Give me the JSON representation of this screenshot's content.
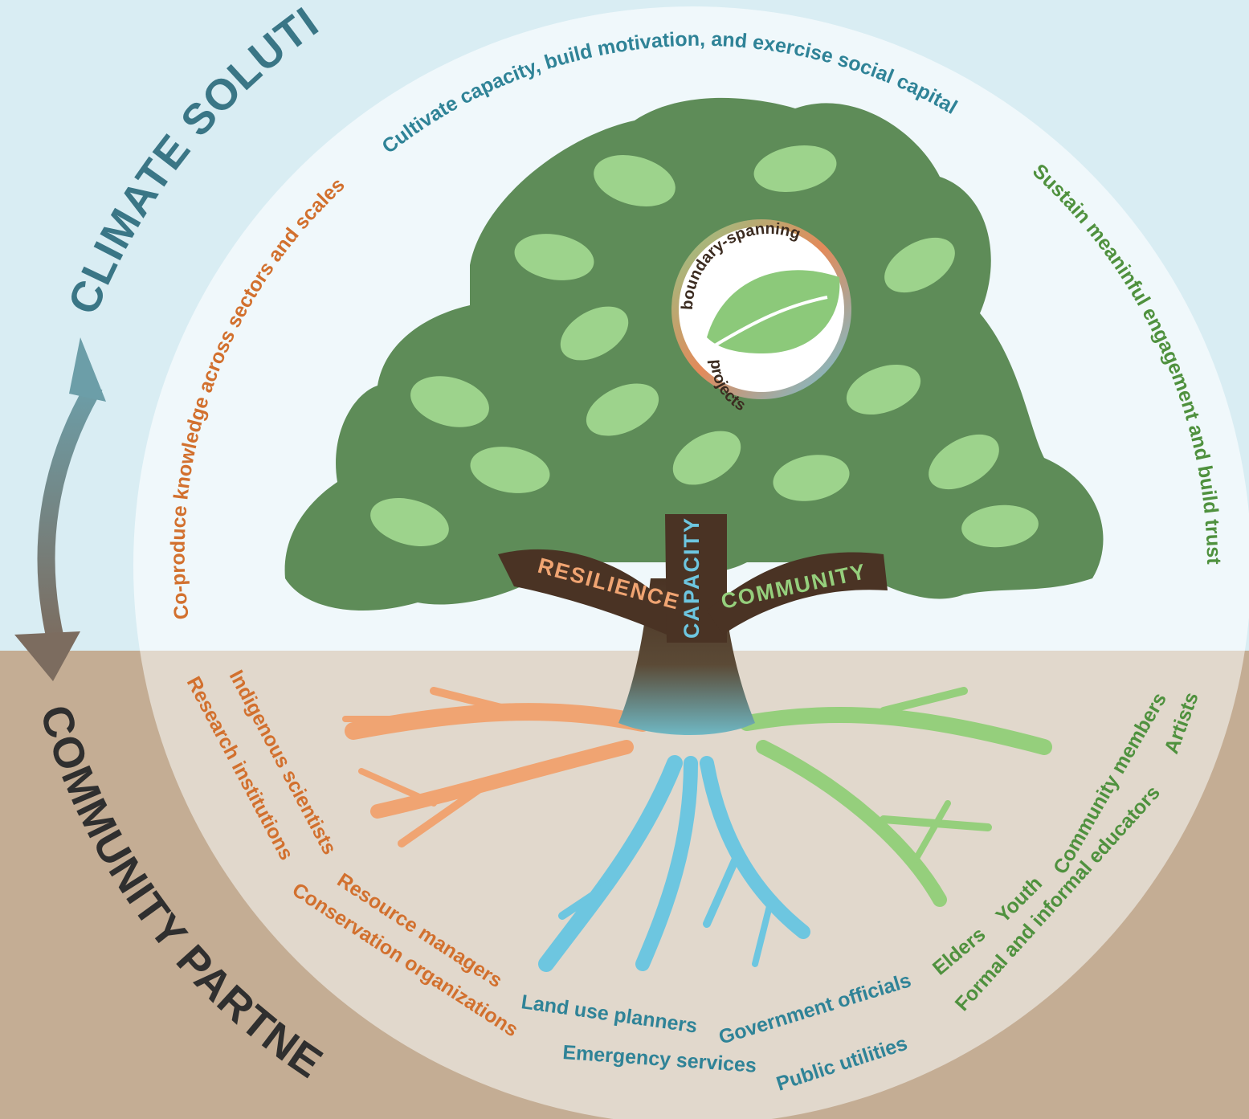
{
  "colors": {
    "sky": "#d9edf3",
    "soil": "#c4ad94",
    "circle_top": "#f0f8fb",
    "circle_bottom": "#e1d8cc",
    "canopy": "#5e8c58",
    "leaf": "#9dd38c",
    "trunk": "#4a3324",
    "orange": "#d2702e",
    "teal": "#2f8397",
    "green": "#4f913e",
    "climate": "#3a7686",
    "partners": "#2f2f2f",
    "root_orange": "#f0a472",
    "root_blue": "#6dc6e0",
    "root_green": "#95cf7c"
  },
  "side": {
    "climate_solutions": "CLIMATE SOLUTIONS",
    "community_partners": "COMMUNITY PARTNERS",
    "arrow_icon": "double-headed-arrow"
  },
  "arc_text": {
    "co_produce": "Co-produce knowledge across sectors and scales",
    "cultivate": "Cultivate capacity, build motivation, and exercise social capital",
    "sustain": "Sustain meaninful engagement and build trust"
  },
  "branches": {
    "resilience": "RESILIENCE",
    "capacity": "CAPACITY",
    "community": "COMMUNITY"
  },
  "badge": {
    "top": "boundary-spanning",
    "bottom": "projects",
    "icon": "leaf-icon"
  },
  "partners": {
    "indigenous": "Indigenous scientists",
    "research": "Research institutions",
    "resource": "Resource managers",
    "conservation": "Conservation organizations",
    "land": "Land use planners",
    "government": "Government officials",
    "emergency": "Emergency services",
    "utilities": "Public utilities",
    "elders": "Elders",
    "youth": "Youth",
    "community_members": "Community members",
    "educators": "Formal and informal educators",
    "artists": "Artists"
  }
}
